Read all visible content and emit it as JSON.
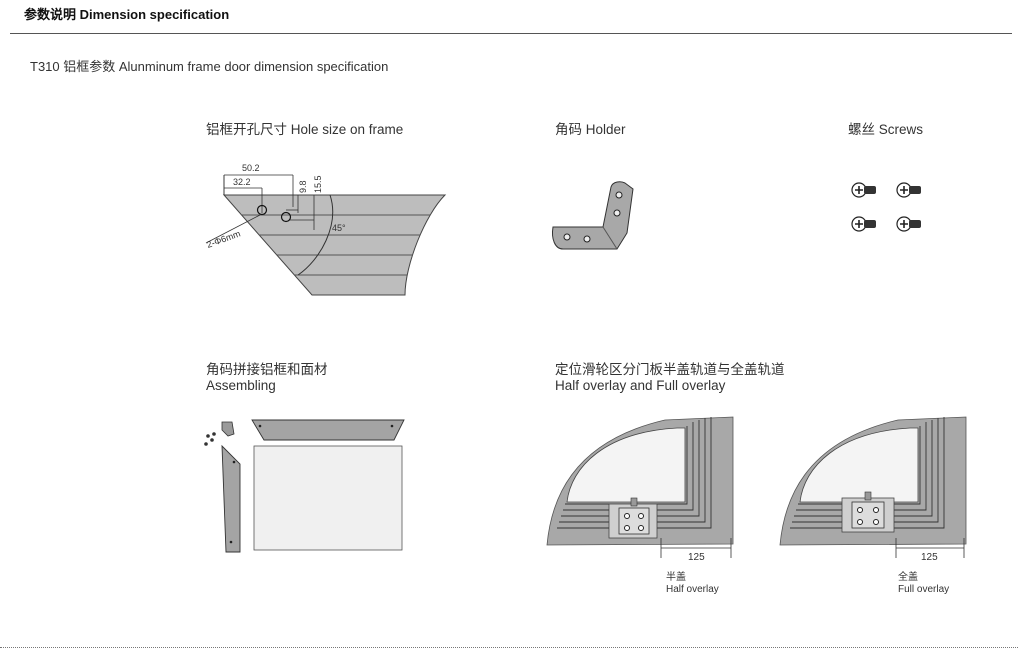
{
  "header": {
    "title": "参数说明 Dimension specification"
  },
  "subtitle": "T310 铝框参数 Alunminum frame door dimension specification",
  "sections": {
    "hole": {
      "caption": "铝框开孔尺寸 Hole size on frame",
      "dims": {
        "d1": "50.2",
        "d2": "32.2",
        "d3": "9.8",
        "d4": "15.5",
        "hole": "2-Φ6mm",
        "angle": "45°"
      }
    },
    "holder": {
      "caption": "角码 Holder"
    },
    "screws": {
      "caption": "螺丝 Screws"
    },
    "assembling": {
      "caption_cn": "角码拼接铝框和面材",
      "caption_en": "Assembling"
    },
    "overlay": {
      "caption_cn": "定位滑轮区分门板半盖轨道与全盖轨道",
      "caption_en": "Half overlay and Full overlay",
      "half": {
        "dim": "125",
        "label_cn": "半盖",
        "label_en": "Half overlay"
      },
      "full": {
        "dim": "125",
        "label_cn": "全盖",
        "label_en": "Full overlay"
      }
    }
  }
}
